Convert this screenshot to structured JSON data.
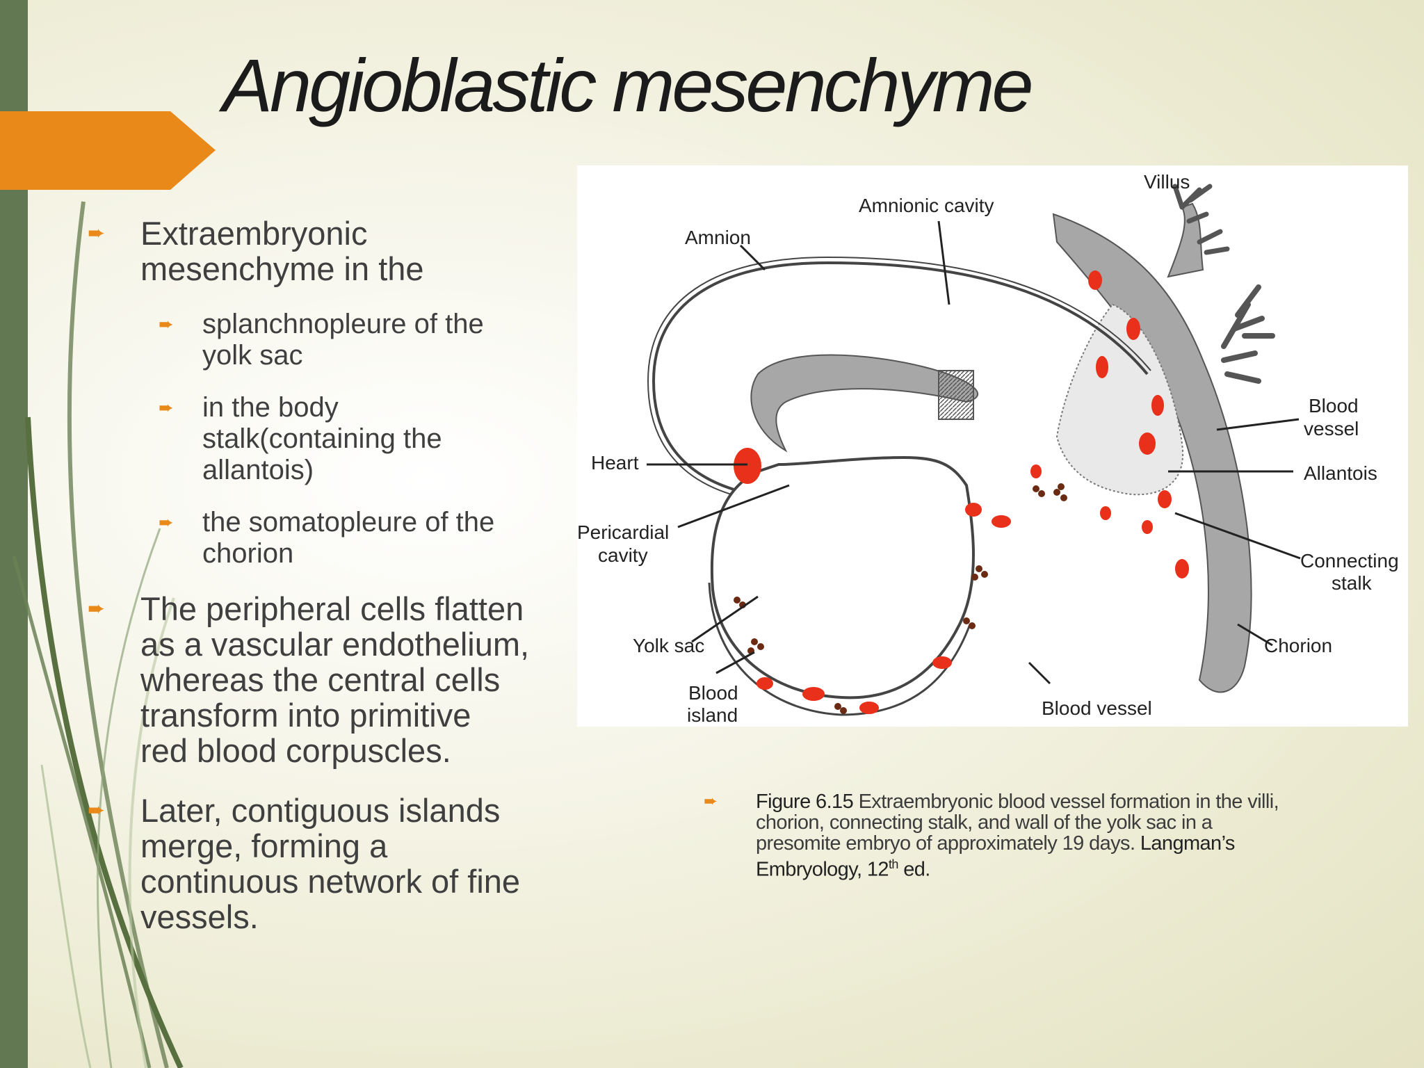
{
  "slide": {
    "title": "Angioblastic mesenchyme",
    "accent_color": "#e8891a",
    "bar_color": "#627852"
  },
  "bullets": {
    "b1": {
      "line1": "Extraembryonic",
      "line2": "mesenchyme in the"
    },
    "sub1": {
      "line1": "splanchnopleure of the",
      "line2": "yolk sac"
    },
    "sub2": {
      "line1": "in the body",
      "line2": "stalk(containing the",
      "line3": "allantois)"
    },
    "sub3": {
      "line1": "the somatopleure of the",
      "line2": "chorion"
    },
    "b2": {
      "line1": "The peripheral cells flatten",
      "line2": "as a vascular endothelium,",
      "line3": "whereas the central cells",
      "line4": "transform into primitive",
      "line5": "red blood corpuscles."
    },
    "b3": {
      "line1": "Later, contiguous islands",
      "line2": "merge, forming a",
      "line3": "continuous network of fine",
      "line4": "vessels."
    }
  },
  "diagram": {
    "labels": {
      "villus": "Villus",
      "amnionic_cavity": "Amnionic cavity",
      "amnion": "Amnion",
      "heart": "Heart",
      "pericardial1": "Pericardial",
      "pericardial2": "cavity",
      "blood_vessel_r1": "Blood",
      "blood_vessel_r2": "vessel",
      "allantois": "Allantois",
      "connecting1": "Connecting",
      "connecting2": "stalk",
      "chorion": "Chorion",
      "yolk_sac": "Yolk sac",
      "blood_island1": "Blood",
      "blood_island2": "island",
      "blood_vessel_bottom": "Blood vessel"
    }
  },
  "caption": {
    "figure_ref": "Figure 6.15",
    "line1_rest": " Extraembryonic blood vessel formation in the villi,",
    "line2": "chorion, connecting stalk, and wall of the yolk sac in a",
    "line3_a": "presomite embryo of approximately 19 days. ",
    "line3_b": "Langman’s",
    "line4_a": "Embryology, 12",
    "line4_sup": "th",
    "line4_b": " ed."
  }
}
